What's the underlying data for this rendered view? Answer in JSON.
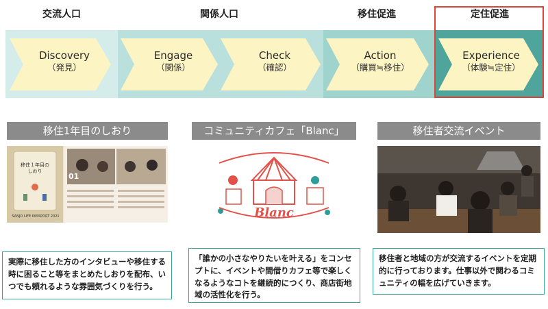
{
  "stages": [
    "交流人口",
    "関係人口",
    "移住促進",
    "定住促進"
  ],
  "steps": [
    {
      "main": "Discovery",
      "sub": "（発見）"
    },
    {
      "main": "Engage",
      "sub": "（関係）"
    },
    {
      "main": "Check",
      "sub": "（確認）"
    },
    {
      "main": "Action",
      "sub": "（購買≒移住）"
    },
    {
      "main": "Experience",
      "sub": "（体験≒定住）"
    }
  ],
  "sections": [
    {
      "title": "移住1年目のしおり",
      "description": "実際に移住した方のインタビューや移住する時に困ること等をまとめたしおりを配布、いつでも頼れるような雰囲気づくりを行う。",
      "booklet": {
        "cover_title": "移住１年目の しおり",
        "footer": "SANJO LIFE PASSPORT 2021",
        "page_number": "01"
      }
    },
    {
      "title": "コミュニティカフェ「Blanc」",
      "description": "「誰かの小さなやりたいを叶える」をコンセプトに、イベントや間借りカフェ等で楽しくなるようなコトを継続的につくり、商店街地域の活性化を行う。",
      "logo_text": "Blanc"
    },
    {
      "title": "移住者交流イベント",
      "description": "移住者と地域の方が交流するイベントを定期的に行っております。仕事以外で関わるコミュニティの幅を広げていきます。"
    }
  ],
  "colors": {
    "band_light": "#d4ecea",
    "band_mid": "#9fd3ce",
    "band_dark": "#4fa59c",
    "chevron": "#fdf4c4",
    "highlight": "#d9443b",
    "title_bar": "#8b8b8b",
    "box_border": "#3aa39a"
  }
}
